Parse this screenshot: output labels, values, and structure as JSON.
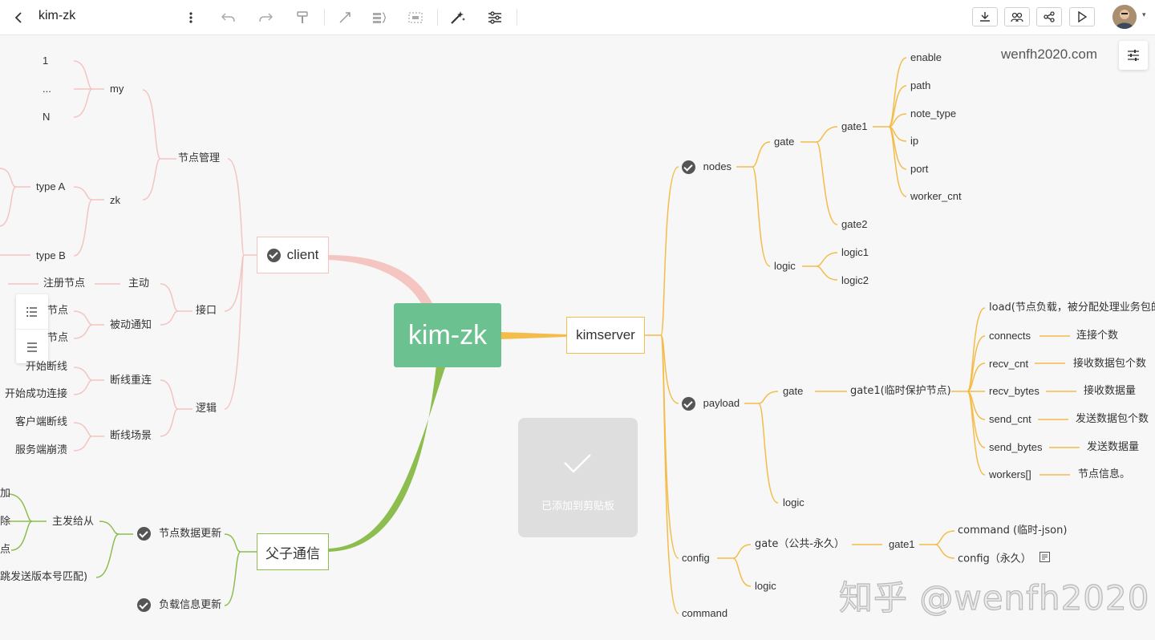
{
  "toolbar": {
    "title": "kim-zk",
    "icons": [
      "back-icon",
      "more-icon",
      "undo-icon",
      "redo-icon",
      "format-painter-icon",
      "connector-icon",
      "summary-icon",
      "boundary-icon",
      "magic-icon",
      "layout-icon",
      "download-icon",
      "collaborate-icon",
      "share-icon",
      "play-icon"
    ]
  },
  "watermark_top": "wenfh2020.com",
  "watermark_bottom": "知乎 @wenfh2020",
  "toast": {
    "text": "已添加到剪贴板"
  },
  "colors": {
    "root": "#6cc190",
    "client": "#f4c4c1",
    "kimserver": "#f4bc4a",
    "fuzi": "#8dbd4f"
  },
  "root": "kim-zk",
  "client": {
    "label": "client",
    "jiedian": "节点管理",
    "my": "my",
    "one": "1",
    "dots": "...",
    "n": "N",
    "zk": "zk",
    "typeA": "type A",
    "typeB": "type B",
    "jiekou": "接口",
    "zhudong": "主动",
    "zhuce": "注册节点",
    "beidong": "被动通知",
    "bd1": "节点",
    "bd2": "节点",
    "luoji": "逻辑",
    "dxcl": "断线重连",
    "dx1": "开始断线",
    "dx2": "开始成功连接",
    "dxcj": "断线场景",
    "cj1": "客户端断线",
    "cj2": "服务端崩溃"
  },
  "fuzi": {
    "label": "父子通信",
    "update1": "节点数据更新",
    "zhufa": "主发给从",
    "z1": "加",
    "z2": "除",
    "z3": "点",
    "tiao": "跳发送版本号匹配)",
    "update2": "负载信息更新"
  },
  "kimserver": {
    "label": "kimserver",
    "nodes": "nodes",
    "gate": "gate",
    "gate1": "gate1",
    "gate2": "gate2",
    "enable": "enable",
    "path": "path",
    "note_type": "note_type",
    "ip": "ip",
    "port": "port",
    "worker_cnt": "worker_cnt",
    "logic": "logic",
    "logic1": "logic1",
    "logic2": "logic2",
    "payload": "payload",
    "p_gate": "gate",
    "p_gate1": "gate1(临时保护节点)",
    "load": "load(节点负载，被分配处理业务包的",
    "connects": "connects",
    "connects_v": "连接个数",
    "recv_cnt": "recv_cnt",
    "recv_cnt_v": "接收数据包个数",
    "recv_bytes": "recv_bytes",
    "recv_bytes_v": "接收数据量",
    "send_cnt": "send_cnt",
    "send_cnt_v": "发送数据包个数",
    "send_bytes": "send_bytes",
    "send_bytes_v": "发送数据量",
    "workers": "workers[]",
    "workers_v": "节点信息。",
    "p_logic": "logic",
    "config": "config",
    "c_gate": "gate（公共-永久）",
    "c_gate1": "gate1",
    "command_tmp": "command (临时-json)",
    "config_perm": "config（永久）",
    "c_logic": "logic",
    "command": "command"
  }
}
